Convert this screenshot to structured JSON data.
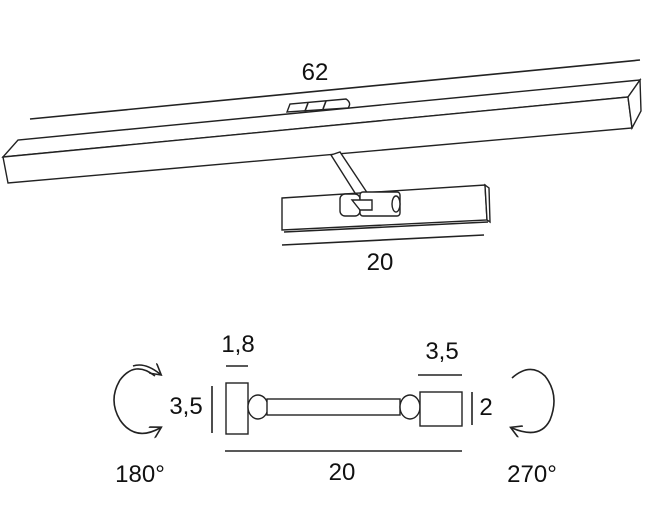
{
  "top_view": {
    "length_label": "62",
    "arm_label": "20"
  },
  "side_view": {
    "head_width_label": "1,8",
    "head_height_label": "3,5",
    "base_width_label": "3,5",
    "base_height_label": "2",
    "arm_length_label": "20",
    "left_rotation_label": "180°",
    "right_rotation_label": "270°"
  }
}
